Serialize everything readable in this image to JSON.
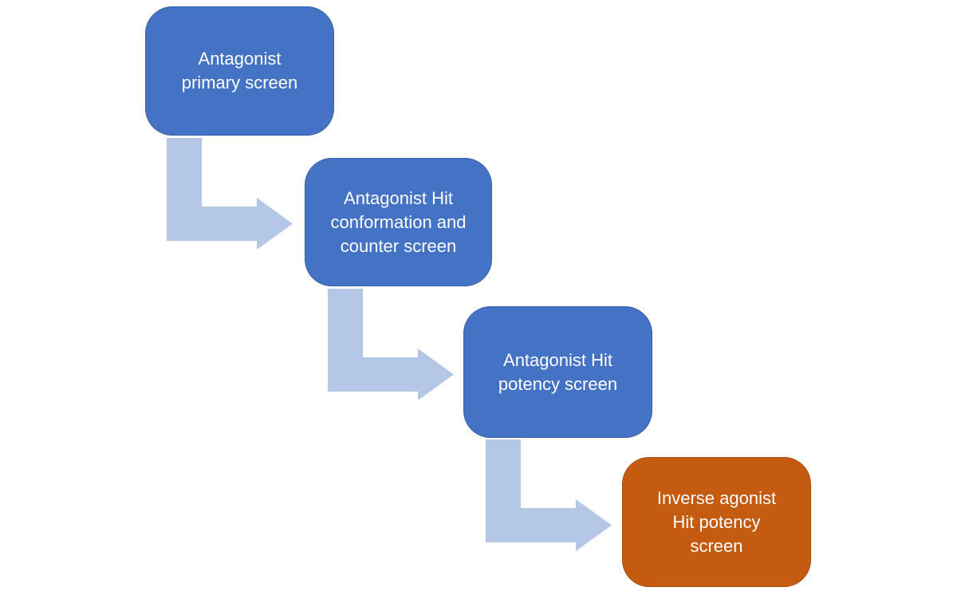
{
  "diagram": {
    "type": "stepped-flowchart",
    "background_color": "#FFFFFF",
    "text_color": "#FFFFFF",
    "arrow_color": "#B4C7E7",
    "steps": [
      {
        "id": 1,
        "label": "Antagonist primary screen",
        "lines": [
          "Antagonist",
          "primary screen"
        ],
        "color": "#4472C4"
      },
      {
        "id": 2,
        "label": "Antagonist Hit conformation and counter screen",
        "lines": [
          "Antagonist Hit",
          "conformation and",
          "counter screen"
        ],
        "color": "#4472C4"
      },
      {
        "id": 3,
        "label": "Antagonist Hit potency screen",
        "lines": [
          "Antagonist Hit",
          "potency screen"
        ],
        "color": "#4472C4"
      },
      {
        "id": 4,
        "label": "Inverse agonist Hit potency screen",
        "lines": [
          "Inverse agonist",
          "Hit potency",
          "screen"
        ],
        "color": "#C55A11"
      }
    ],
    "connections": [
      {
        "from": 1,
        "to": 2
      },
      {
        "from": 2,
        "to": 3
      },
      {
        "from": 3,
        "to": 4
      }
    ]
  }
}
